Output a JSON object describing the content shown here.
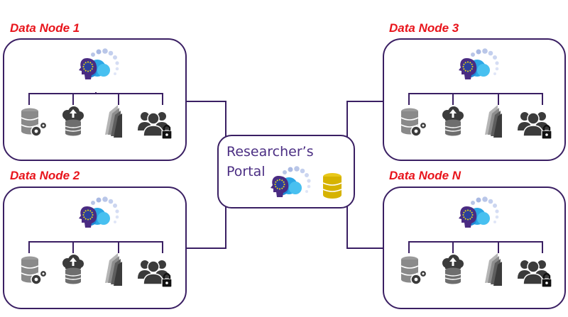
{
  "nodes": [
    {
      "title": "Data Node 1"
    },
    {
      "title": "Data Node 2"
    },
    {
      "title": "Data Node 3"
    },
    {
      "title": "Data Node N"
    }
  ],
  "portal": {
    "line1": "Researcher’s",
    "line2": "Portal"
  },
  "icons": {
    "logo": "eu-stars-head-logo-icon",
    "resources": [
      "database-settings-icon",
      "cloud-upload-database-icon",
      "documents-icon",
      "locked-users-group-icon"
    ],
    "portal_storage": "gold-database-icon"
  },
  "colors": {
    "title": "#e8141b",
    "border": "#3a1f63",
    "wire": "#3a1f63",
    "portal_text": "#4b2e83",
    "icon_gray": "#8c8c8c",
    "icon_dark": "#3b3b3b",
    "gold": "#d6b300"
  }
}
